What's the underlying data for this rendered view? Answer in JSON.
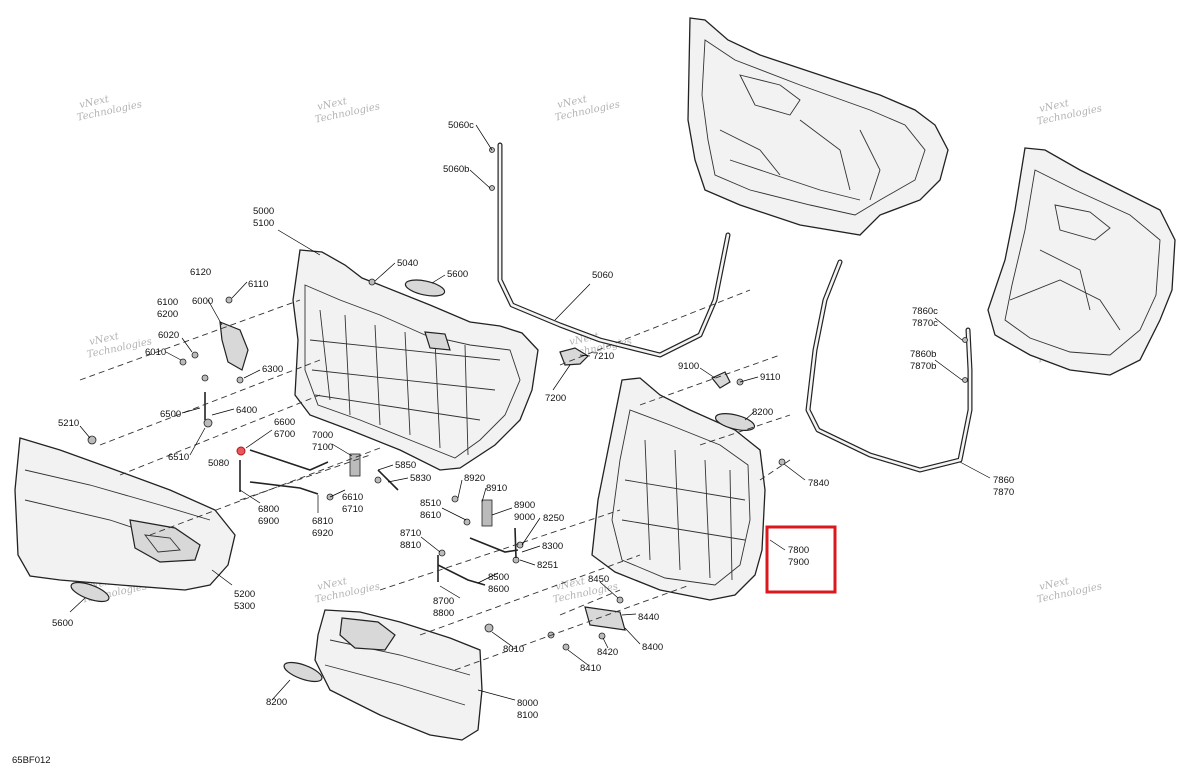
{
  "diagram_code": "65BF012",
  "watermark_line1": "vNext",
  "watermark_line2": "Technologies",
  "highlight_color": "#d9191e",
  "parts": [
    {
      "id": "p5060c",
      "text": "5060c"
    },
    {
      "id": "p5060b",
      "text": "5060b"
    },
    {
      "id": "p5060",
      "text": "5060"
    },
    {
      "id": "p5000",
      "text": "5000"
    },
    {
      "id": "p5100",
      "text": "5100"
    },
    {
      "id": "p5040",
      "text": "5040"
    },
    {
      "id": "p5600a",
      "text": "5600"
    },
    {
      "id": "p6120",
      "text": "6120"
    },
    {
      "id": "p6110",
      "text": "6110"
    },
    {
      "id": "p6100",
      "text": "6100"
    },
    {
      "id": "p6000",
      "text": "6000"
    },
    {
      "id": "p6200",
      "text": "6200"
    },
    {
      "id": "p6020",
      "text": "6020"
    },
    {
      "id": "p6010",
      "text": "6010"
    },
    {
      "id": "p6300",
      "text": "6300"
    },
    {
      "id": "p6500",
      "text": "6500"
    },
    {
      "id": "p6400",
      "text": "6400"
    },
    {
      "id": "p5210",
      "text": "5210"
    },
    {
      "id": "p6510",
      "text": "6510"
    },
    {
      "id": "p5080",
      "text": "5080"
    },
    {
      "id": "p6600",
      "text": "6600"
    },
    {
      "id": "p6700",
      "text": "6700"
    },
    {
      "id": "p7000",
      "text": "7000"
    },
    {
      "id": "p7100",
      "text": "7100"
    },
    {
      "id": "p5850",
      "text": "5850"
    },
    {
      "id": "p5830",
      "text": "5830"
    },
    {
      "id": "p6610",
      "text": "6610"
    },
    {
      "id": "p6710",
      "text": "6710"
    },
    {
      "id": "p6800",
      "text": "6800"
    },
    {
      "id": "p6900",
      "text": "6900"
    },
    {
      "id": "p6810",
      "text": "6810"
    },
    {
      "id": "p6920",
      "text": "6920"
    },
    {
      "id": "p5200",
      "text": "5200"
    },
    {
      "id": "p5300",
      "text": "5300"
    },
    {
      "id": "p5600b",
      "text": "5600"
    },
    {
      "id": "p7210",
      "text": "7210"
    },
    {
      "id": "p7200",
      "text": "7200"
    },
    {
      "id": "p9100",
      "text": "9100"
    },
    {
      "id": "p9110",
      "text": "9110"
    },
    {
      "id": "p8200a",
      "text": "8200"
    },
    {
      "id": "p7840",
      "text": "7840"
    },
    {
      "id": "p7800",
      "text": "7800"
    },
    {
      "id": "p7900",
      "text": "7900"
    },
    {
      "id": "p8920",
      "text": "8920"
    },
    {
      "id": "p8910",
      "text": "8910"
    },
    {
      "id": "p8510",
      "text": "8510"
    },
    {
      "id": "p8610",
      "text": "8610"
    },
    {
      "id": "p8900",
      "text": "8900"
    },
    {
      "id": "p9000",
      "text": "9000"
    },
    {
      "id": "p8250",
      "text": "8250"
    },
    {
      "id": "p8710",
      "text": "8710"
    },
    {
      "id": "p8810",
      "text": "8810"
    },
    {
      "id": "p8300",
      "text": "8300"
    },
    {
      "id": "p8251",
      "text": "8251"
    },
    {
      "id": "p8500",
      "text": "8500"
    },
    {
      "id": "p8600",
      "text": "8600"
    },
    {
      "id": "p8700",
      "text": "8700"
    },
    {
      "id": "p8800",
      "text": "8800"
    },
    {
      "id": "p8450",
      "text": "8450"
    },
    {
      "id": "p8440",
      "text": "8440"
    },
    {
      "id": "p8010",
      "text": "8010"
    },
    {
      "id": "p8420",
      "text": "8420"
    },
    {
      "id": "p8400",
      "text": "8400"
    },
    {
      "id": "p8410",
      "text": "8410"
    },
    {
      "id": "p8000",
      "text": "8000"
    },
    {
      "id": "p8100",
      "text": "8100"
    },
    {
      "id": "p8200b",
      "text": "8200"
    },
    {
      "id": "p7860c",
      "text": "7860c"
    },
    {
      "id": "p7870c",
      "text": "7870c"
    },
    {
      "id": "p7860b",
      "text": "7860b"
    },
    {
      "id": "p7870b",
      "text": "7870b"
    },
    {
      "id": "p7860",
      "text": "7860"
    },
    {
      "id": "p7870",
      "text": "7870"
    }
  ]
}
